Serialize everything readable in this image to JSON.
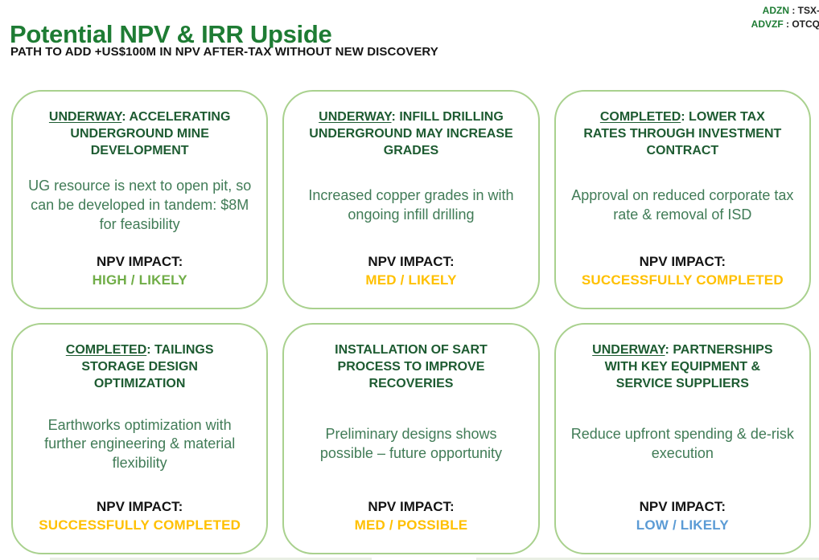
{
  "header": {
    "title": "Potential NPV & IRR Upside",
    "subtitle": "PATH TO ADD +US$100M IN NPV AFTER-TAX WITHOUT NEW DISCOVERY",
    "tickers": [
      {
        "symbol": "ADZN",
        "separator": " : ",
        "exchange": "TSX-V"
      },
      {
        "symbol": "ADVZF",
        "separator": " : ",
        "exchange": "OTCQX"
      }
    ]
  },
  "colors": {
    "title_green": "#1e7c34",
    "card_border_green": "#a9d18e",
    "heading_green": "#1d5b31",
    "body_green": "#417c57",
    "status_green": "#70ad47",
    "status_gold": "#ffc000",
    "status_blue": "#5b9bd5"
  },
  "cards": [
    {
      "status_prefix": "UNDERWAY",
      "title_rest": ": ACCELERATING UNDERGROUND MINE DEVELOPMENT",
      "body": "UG resource is next to open pit, so can be developed in tandem: $8M for feasibility",
      "impact_label": "NPV IMPACT:",
      "impact_value": "HIGH / LIKELY",
      "impact_color": "#70ad47"
    },
    {
      "status_prefix": "UNDERWAY",
      "title_rest": ": INFILL DRILLING UNDERGROUND MAY INCREASE GRADES",
      "body": "Increased copper grades in with ongoing infill drilling",
      "impact_label": "NPV IMPACT:",
      "impact_value": "MED / LIKELY",
      "impact_color": "#ffc000"
    },
    {
      "status_prefix": "COMPLETED",
      "title_rest": ": LOWER TAX RATES THROUGH INVESTMENT CONTRACT",
      "body": "Approval on reduced corporate tax rate & removal of ISD",
      "impact_label": "NPV IMPACT:",
      "impact_value": "SUCCESSFULLY COMPLETED",
      "impact_color": "#ffc000"
    },
    {
      "status_prefix": "COMPLETED",
      "title_rest": ": TAILINGS STORAGE DESIGN OPTIMIZATION",
      "body": "Earthworks optimization with further engineering & material flexibility",
      "impact_label": "NPV IMPACT:",
      "impact_value": "SUCCESSFULLY COMPLETED",
      "impact_color": "#ffc000"
    },
    {
      "status_prefix": "",
      "title_rest": "INSTALLATION OF SART PROCESS TO IMPROVE RECOVERIES",
      "body": "Preliminary designs shows possible – future opportunity",
      "impact_label": "NPV IMPACT:",
      "impact_value": "MED / POSSIBLE",
      "impact_color": "#ffc000"
    },
    {
      "status_prefix": "UNDERWAY",
      "title_rest": ": PARTNERSHIPS WITH KEY EQUIPMENT & SERVICE SUPPLIERS",
      "body": "Reduce upfront spending & de-risk execution",
      "impact_label": "NPV IMPACT:",
      "impact_value": "LOW / LIKELY",
      "impact_color": "#5b9bd5"
    }
  ]
}
